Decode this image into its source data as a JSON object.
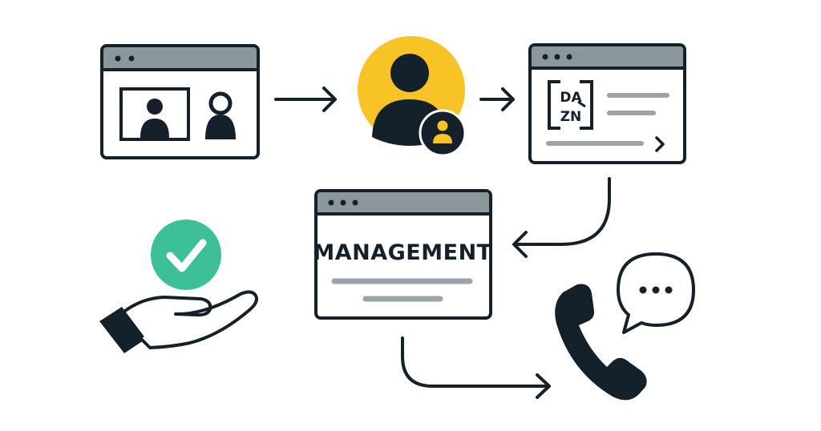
{
  "colors": {
    "ink": "#14212b",
    "window_bar": "#8c979c",
    "line_gray": "#9aa3a8",
    "accent_yellow": "#f7c325",
    "check_green": "#3dbf9a",
    "background": "#ffffff"
  },
  "icons": {
    "video_window": "video-call-window-icon",
    "user": "user-avatar-icon",
    "sub_user": "sub-user-badge-icon",
    "logo_window": "dazn-login-window-icon",
    "management_window": "management-window-icon",
    "hand": "hand-check-icon",
    "check": "check-icon",
    "phone": "phone-icon",
    "speech": "speech-bubble-icon"
  },
  "dazn_window": {
    "logo_top": "DA",
    "logo_bottom": "ZN"
  },
  "management_window": {
    "title": "MANAGEMENT"
  }
}
